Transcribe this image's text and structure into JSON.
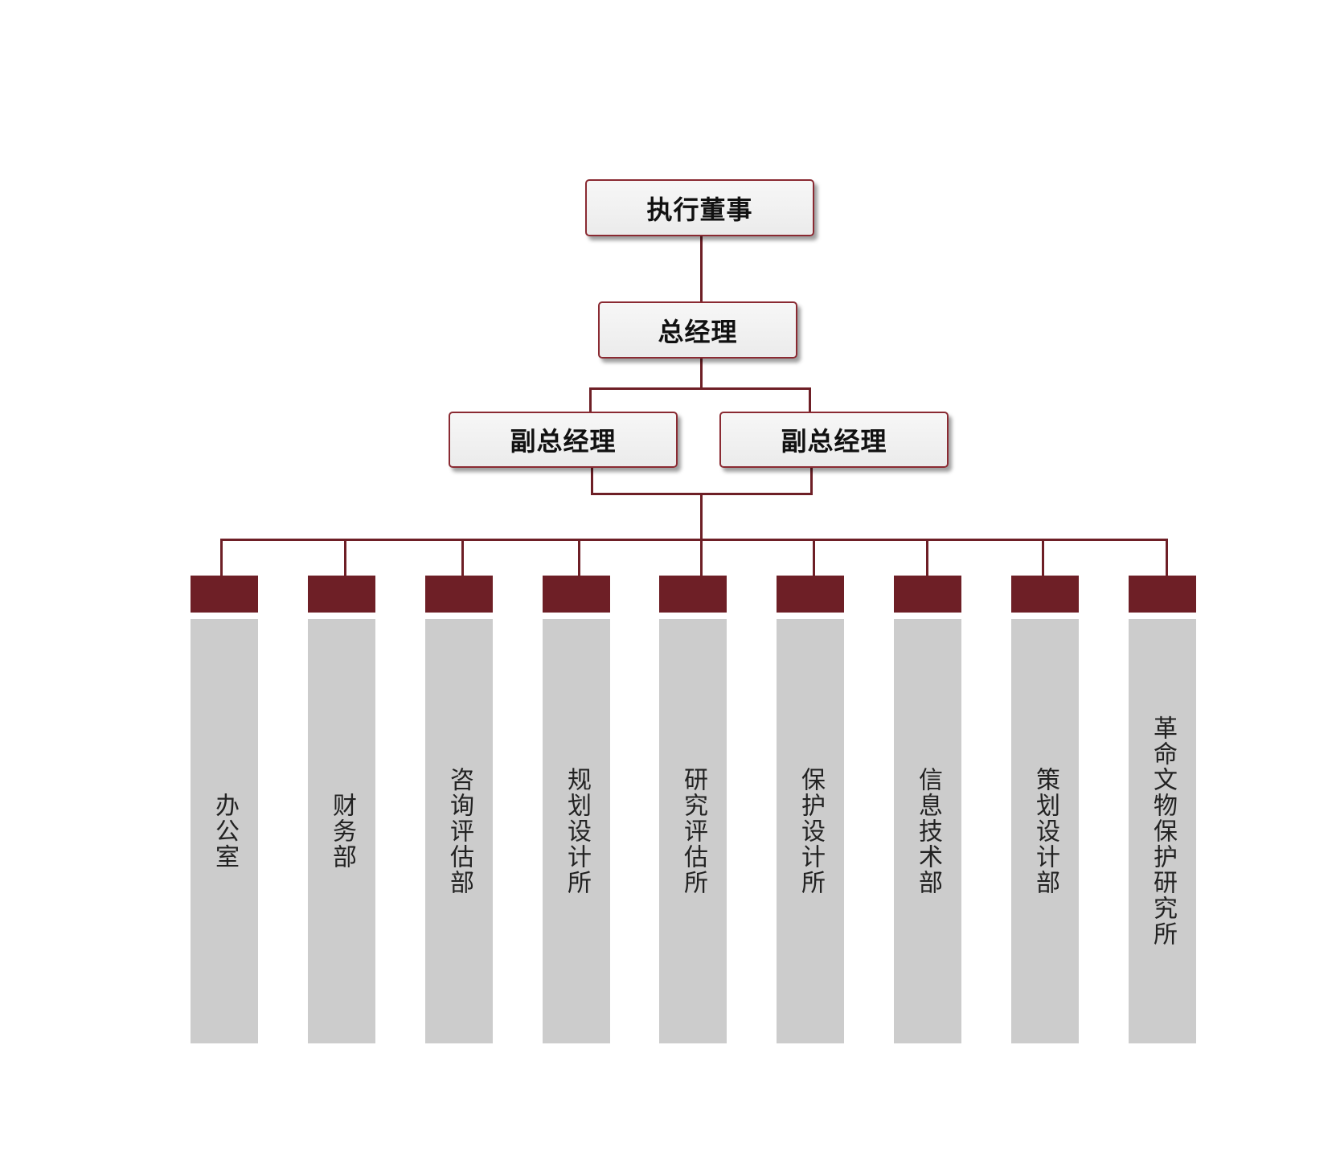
{
  "org": {
    "top": "执行董事",
    "general_manager": "总经理",
    "deputy_managers": [
      "副总经理",
      "副总经理"
    ],
    "departments": [
      "办公室",
      "财务部",
      "咨询评估部",
      "规划设计所",
      "研究评估所",
      "保护设计所",
      "信息技术部",
      "策划设计部",
      "革命文物保护研究所"
    ]
  },
  "colors": {
    "accent": "#6e1f26",
    "box_border": "#8a2a32",
    "box_fill": "#f0f0f0",
    "department_fill": "#cccccc"
  }
}
